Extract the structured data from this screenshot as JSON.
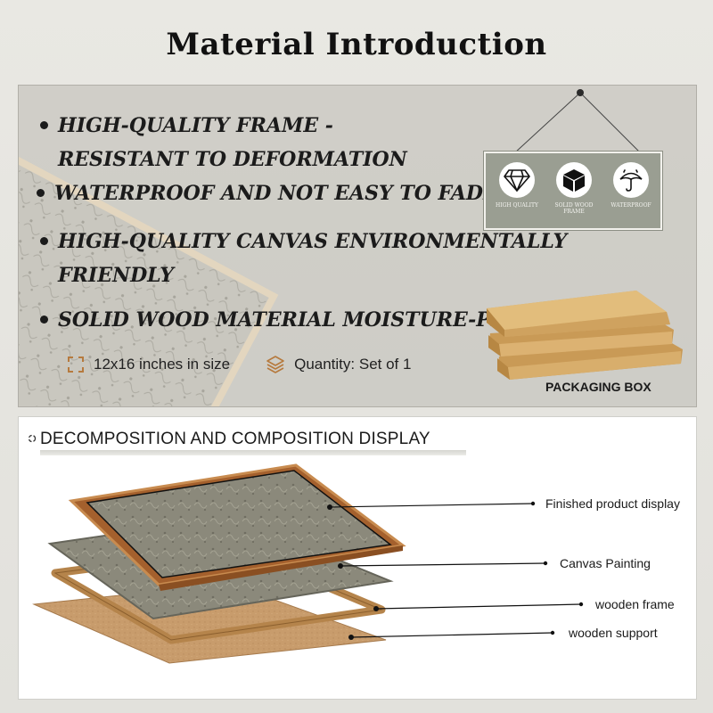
{
  "title": "Material Introduction",
  "features": [
    "HIGH-QUALITY FRAME - RESISTANT TO DEFORMATION",
    "WATERPROOF AND NOT EASY TO FADE",
    "HIGH-QUALITY CANVAS ENVIRONMENTALLY FRIENDLY",
    "SOLID WOOD MATERIAL MOISTURE-PROOF"
  ],
  "specs": {
    "size": "12x16 inches in size",
    "quantity": "Quantity: Set of 1"
  },
  "sign": {
    "items": [
      {
        "icon": "diamond-icon",
        "label": "HIGH QUALITY"
      },
      {
        "icon": "cube-icon",
        "label": "SOLID WOOD FRAME"
      },
      {
        "icon": "umbrella-icon",
        "label": "WATERPROOF"
      }
    ]
  },
  "packaging_label": "PACKAGING BOX",
  "decomposition": {
    "title": "DECOMPOSITION AND COMPOSITION DISPLAY",
    "layers": [
      "Finished product display",
      "Canvas Painting",
      "wooden frame",
      "wooden support"
    ]
  },
  "colors": {
    "panel": "#bcbab2",
    "sign": "#9a9e92",
    "wood": "#b5844b",
    "cardboard": "#d6ad6a",
    "canvas": "#838172"
  }
}
